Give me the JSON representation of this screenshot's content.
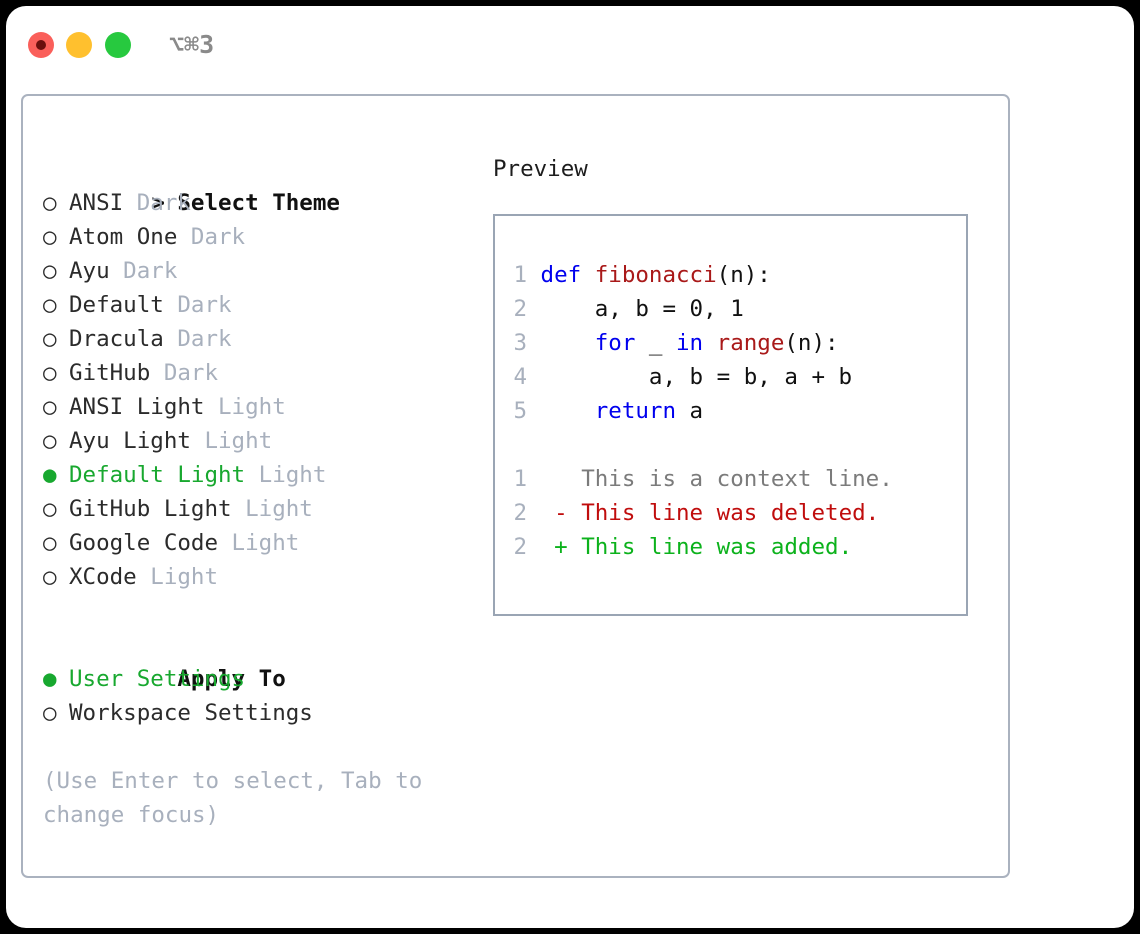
{
  "titlebar": {
    "shortcut": "⌥⌘3",
    "buttons": [
      "close",
      "minimize",
      "maximize"
    ]
  },
  "theme_list": {
    "header_marker": ">",
    "header_label": "Select Theme",
    "items": [
      {
        "marker": "○",
        "label": "ANSI",
        "tag": "Dark",
        "selected": false
      },
      {
        "marker": "○",
        "label": "Atom One",
        "tag": "Dark",
        "selected": false
      },
      {
        "marker": "○",
        "label": "Ayu",
        "tag": "Dark",
        "selected": false
      },
      {
        "marker": "○",
        "label": "Default",
        "tag": "Dark",
        "selected": false
      },
      {
        "marker": "○",
        "label": "Dracula",
        "tag": "Dark",
        "selected": false
      },
      {
        "marker": "○",
        "label": "GitHub",
        "tag": "Dark",
        "selected": false
      },
      {
        "marker": "○",
        "label": "ANSI Light",
        "tag": "Light",
        "selected": false
      },
      {
        "marker": "○",
        "label": "Ayu Light",
        "tag": "Light",
        "selected": false
      },
      {
        "marker": "●",
        "label": "Default Light",
        "tag": "Light",
        "selected": true
      },
      {
        "marker": "○",
        "label": "GitHub Light",
        "tag": "Light",
        "selected": false
      },
      {
        "marker": "○",
        "label": "Google Code",
        "tag": "Light",
        "selected": false
      },
      {
        "marker": "○",
        "label": "XCode",
        "tag": "Light",
        "selected": false
      }
    ]
  },
  "apply_to": {
    "header_label": "Apply To",
    "items": [
      {
        "marker": "●",
        "label": "User Settings",
        "selected": true
      },
      {
        "marker": "○",
        "label": "Workspace Settings",
        "selected": false
      }
    ]
  },
  "hint": "(Use Enter to select, Tab to change focus)",
  "preview": {
    "title": "Preview",
    "code": [
      {
        "num": "1",
        "segments": [
          {
            "text": " ",
            "style": "pl"
          },
          {
            "text": "def",
            "style": "kw"
          },
          {
            "text": " ",
            "style": "pl"
          },
          {
            "text": "fibonacci",
            "style": "fn"
          },
          {
            "text": "(n):",
            "style": "pl"
          }
        ]
      },
      {
        "num": "2",
        "segments": [
          {
            "text": "     a, b = 0, 1",
            "style": "pl"
          }
        ]
      },
      {
        "num": "3",
        "segments": [
          {
            "text": "     ",
            "style": "pl"
          },
          {
            "text": "for",
            "style": "kw"
          },
          {
            "text": " _ ",
            "style": "pl"
          },
          {
            "text": "in",
            "style": "kw"
          },
          {
            "text": " ",
            "style": "pl"
          },
          {
            "text": "range",
            "style": "bi"
          },
          {
            "text": "(n):",
            "style": "pl"
          }
        ]
      },
      {
        "num": "4",
        "segments": [
          {
            "text": "         a, b = b, a + b",
            "style": "pl"
          }
        ]
      },
      {
        "num": "5",
        "segments": [
          {
            "text": "     ",
            "style": "pl"
          },
          {
            "text": "return",
            "style": "kw"
          },
          {
            "text": " a",
            "style": "pl"
          }
        ]
      }
    ],
    "diff": [
      {
        "num": "1",
        "marker": " ",
        "text": "This is a context line.",
        "style": "ctx"
      },
      {
        "num": "2",
        "marker": "-",
        "text": "This line was deleted.",
        "style": "del"
      },
      {
        "num": "2",
        "marker": "+",
        "text": "This line was added.",
        "style": "add"
      }
    ]
  },
  "colors": {
    "selected_green": "#18a82f",
    "muted_gray": "#a8b0bd",
    "border": "#aab2bf",
    "keyword_blue": "#0000ee",
    "function_red": "#a91919",
    "diff_deleted": "#c00d0d",
    "diff_added": "#0cb21c",
    "dot_red": "#fa5f5a",
    "dot_yellow": "#ffc02e",
    "dot_green": "#27c93f"
  }
}
